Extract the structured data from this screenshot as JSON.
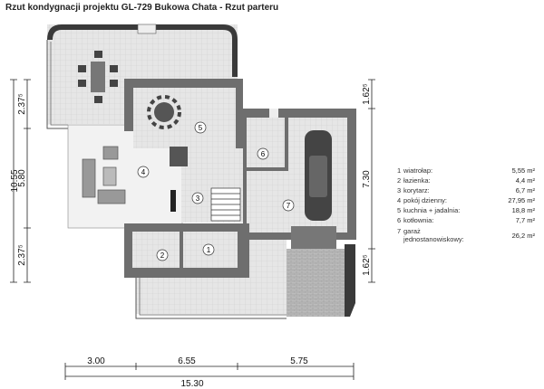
{
  "title": "Rzut kondygnacji projektu GL-729 Bukowa Chata - Rzut parteru",
  "rooms": [
    {
      "num": "1",
      "name": "wiatrołap:",
      "area": "5,55 m²"
    },
    {
      "num": "2",
      "name": "łazienka:",
      "area": "4,4 m²"
    },
    {
      "num": "3",
      "name": "korytarz:",
      "area": "6,7 m²"
    },
    {
      "num": "4",
      "name": "pokój dzienny:",
      "area": "27,95 m²"
    },
    {
      "num": "5",
      "name": "kuchnia + jadalnia:",
      "area": "18,8 m²"
    },
    {
      "num": "6",
      "name": "kotłownia:",
      "area": "7,7 m²"
    },
    {
      "num": "7",
      "name": "garaż jednostanowiskowy:",
      "area": "26,2 m²"
    }
  ],
  "dimensions": {
    "left_total": "10.55",
    "left_top": "2.37⁵",
    "left_mid": "5.80",
    "left_bottom": "2.37⁵",
    "right_top": "1.62⁵",
    "right_mid": "7.30",
    "right_bottom": "1.62⁵",
    "bottom_a": "3.00",
    "bottom_b": "6.55",
    "bottom_c": "5.75",
    "bottom_total": "15.30"
  },
  "colors": {
    "wall": "#6e6e6e",
    "floor": "#e4e4e4",
    "terrace": "#d6d6d6",
    "dark": "#333333"
  }
}
